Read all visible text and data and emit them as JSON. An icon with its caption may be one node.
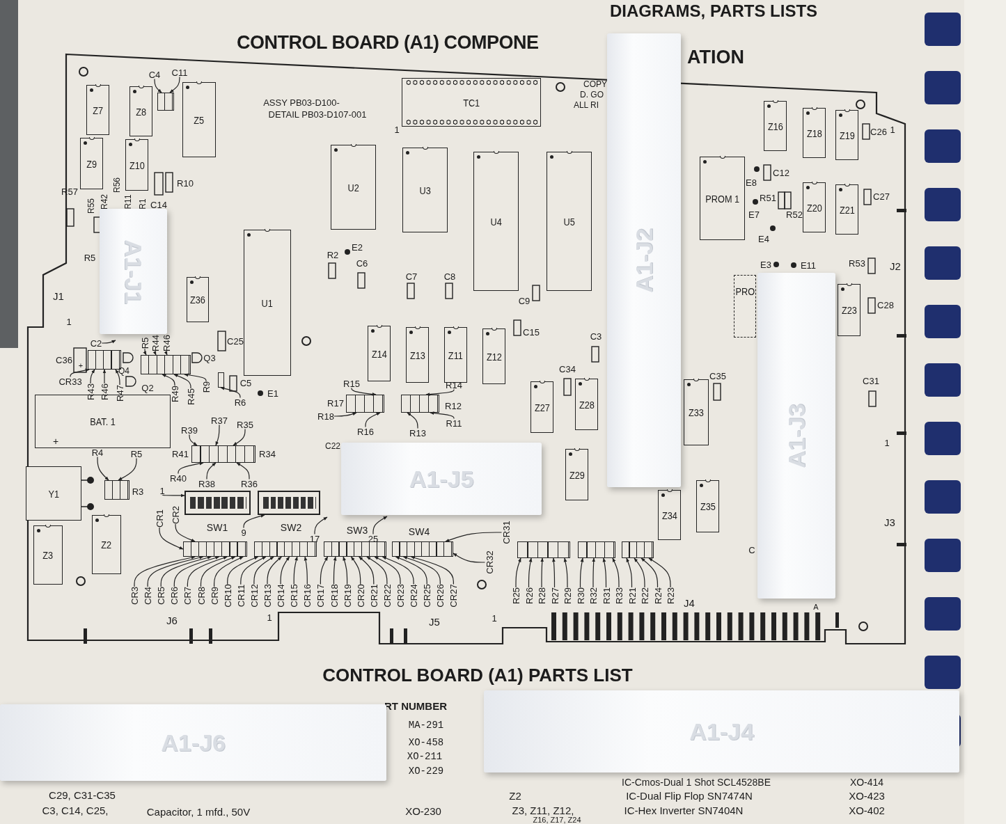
{
  "diagram": {
    "title": "CONTROL BOARD (A1) COMPONE",
    "nodes": [
      {
        "text": [
          "A1-J2"
        ]
      },
      {
        "text": [
          "A1-J1"
        ]
      },
      {
        "text": [
          "A1-J3"
        ]
      },
      {
        "text": [
          "A1-J5"
        ]
      },
      {
        "text": [
          "A1-J6"
        ]
      },
      {
        "text": [
          "A1-J4"
        ]
      },
      {
        "text": [
          "Z7"
        ]
      },
      {
        "text": [
          "Z8"
        ]
      },
      {
        "text": [
          "Z5"
        ]
      },
      {
        "text": [
          "Z9"
        ]
      },
      {
        "text": [
          "Z10"
        ]
      },
      {
        "text": [
          "TC1"
        ]
      },
      {
        "text": [
          "U2"
        ]
      },
      {
        "text": [
          "U3"
        ]
      },
      {
        "text": [
          "U4"
        ]
      },
      {
        "text": [
          "U5"
        ]
      },
      {
        "text": [
          "U1"
        ]
      },
      {
        "text": [
          "Z36"
        ]
      },
      {
        "text": [
          "Z14"
        ]
      },
      {
        "text": [
          "Z13"
        ]
      },
      {
        "text": [
          "Z11"
        ]
      },
      {
        "text": [
          "Z12"
        ]
      },
      {
        "text": [
          "Z27"
        ]
      },
      {
        "text": [
          "Z28"
        ]
      },
      {
        "text": [
          "Z29"
        ]
      },
      {
        "text": [
          "Z34"
        ]
      },
      {
        "text": [
          "Z35"
        ]
      },
      {
        "text": [
          "Z16"
        ]
      },
      {
        "text": [
          "Z18"
        ]
      },
      {
        "text": [
          "Z19"
        ]
      },
      {
        "text": [
          "PROM 1"
        ]
      },
      {
        "text": [
          "Z20"
        ]
      },
      {
        "text": [
          "Z21"
        ]
      },
      {
        "text": [
          "Z23"
        ]
      },
      {
        "text": [
          "BAT. 1"
        ]
      },
      {
        "text": [
          "Y1"
        ]
      },
      {
        "text": [
          "Z2"
        ]
      },
      {
        "text": [
          "Z3"
        ]
      },
      {
        "text": [
          "Z33"
        ]
      },
      {
        "text": [
          "PRO"
        ]
      },
      {
        "text": [
          "C4"
        ]
      },
      {
        "text": [
          "C11"
        ]
      },
      {
        "text": [
          "CR3"
        ]
      },
      {
        "text": [
          "CR4"
        ]
      },
      {
        "text": [
          "CR5"
        ]
      },
      {
        "text": [
          "CR6"
        ]
      },
      {
        "text": [
          "CR7"
        ]
      },
      {
        "text": [
          "CR8"
        ]
      },
      {
        "text": [
          "CR9"
        ]
      },
      {
        "text": [
          "CR10"
        ]
      },
      {
        "text": [
          "CR11"
        ]
      },
      {
        "text": [
          "CR12"
        ]
      },
      {
        "text": [
          "CR13"
        ]
      },
      {
        "text": [
          "CR14"
        ]
      },
      {
        "text": [
          "CR15"
        ]
      },
      {
        "text": [
          "CR16"
        ]
      },
      {
        "text": [
          "CR17"
        ]
      },
      {
        "text": [
          "CR18"
        ]
      },
      {
        "text": [
          "CR19"
        ]
      },
      {
        "text": [
          "CR20"
        ]
      },
      {
        "text": [
          "CR21"
        ]
      },
      {
        "text": [
          "CR22"
        ]
      },
      {
        "text": [
          "CR23"
        ]
      },
      {
        "text": [
          "CR24"
        ]
      },
      {
        "text": [
          "CR25"
        ]
      },
      {
        "text": [
          "CR26"
        ]
      },
      {
        "text": [
          "CR27"
        ]
      },
      {
        "text": [
          "CR1"
        ]
      },
      {
        "text": [
          "CR2"
        ]
      },
      {
        "text": [
          "CR32"
        ]
      },
      {
        "text": [
          "CR31"
        ]
      },
      {
        "text": [
          "R25"
        ]
      },
      {
        "text": [
          "R26"
        ]
      },
      {
        "text": [
          "R28"
        ]
      },
      {
        "text": [
          "R27"
        ]
      },
      {
        "text": [
          "R29"
        ]
      },
      {
        "text": [
          "R30"
        ]
      },
      {
        "text": [
          "R32"
        ]
      },
      {
        "text": [
          "R31"
        ]
      },
      {
        "text": [
          "R33"
        ]
      },
      {
        "text": [
          "R21"
        ]
      },
      {
        "text": [
          "R22"
        ]
      },
      {
        "text": [
          "R24"
        ]
      },
      {
        "text": [
          "R23"
        ]
      },
      {
        "text": [
          "R39"
        ]
      },
      {
        "text": [
          "R37"
        ]
      },
      {
        "text": [
          "R35"
        ]
      },
      {
        "text": [
          "R40"
        ]
      },
      {
        "text": [
          "R38"
        ]
      },
      {
        "text": [
          "R36"
        ]
      },
      {
        "text": [
          "R4"
        ]
      },
      {
        "text": [
          "R5"
        ]
      },
      {
        "text": [
          "1"
        ]
      },
      {
        "text": [
          "9"
        ]
      },
      {
        "text": [
          "17"
        ]
      },
      {
        "text": [
          "25"
        ]
      },
      {
        "text": [
          "R15"
        ]
      },
      {
        "text": [
          "R18"
        ]
      },
      {
        "text": [
          "R16"
        ]
      },
      {
        "text": [
          "R14"
        ]
      },
      {
        "text": [
          "R13"
        ]
      },
      {
        "text": [
          "R11"
        ]
      },
      {
        "text": [
          "R49"
        ]
      },
      {
        "text": [
          "R45"
        ]
      },
      {
        "text": [
          "R9"
        ]
      },
      {
        "text": [
          "R6"
        ]
      },
      {
        "text": [
          "CR33"
        ]
      },
      {
        "text": [
          "R43"
        ]
      },
      {
        "text": [
          "R46"
        ]
      },
      {
        "text": [
          "R47"
        ]
      },
      {
        "text": [
          "R5"
        ]
      },
      {
        "text": [
          "R44"
        ]
      },
      {
        "text": [
          "R46"
        ]
      },
      {
        "text": [
          "C2"
        ]
      },
      {
        "text": [],
        "shape": "box"
      },
      {
        "text": [],
        "shape": "box"
      },
      {
        "text": [],
        "shape": "box"
      },
      {
        "text": [],
        "shape": "box"
      },
      {
        "text": [],
        "shape": "box"
      },
      {
        "text": [],
        "shape": "box"
      },
      {
        "text": [],
        "shape": "box"
      },
      {
        "text": [],
        "shape": "box"
      },
      {
        "text": [],
        "shape": "box"
      },
      {
        "text": [],
        "shape": "box"
      },
      {
        "text": [],
        "shape": "box"
      },
      {
        "text": [],
        "shape": "box"
      },
      {
        "text": [],
        "shape": "box"
      },
      {
        "text": [],
        "shape": "box"
      },
      {
        "text": [],
        "shape": "box"
      },
      {
        "text": [],
        "shape": "box"
      },
      {
        "text": [],
        "shape": "box"
      }
    ],
    "edges": [
      {
        "from": 40,
        "to": 114,
        "arrow": "to"
      },
      {
        "from": 41,
        "to": 114,
        "arrow": "to"
      },
      {
        "from": 42,
        "to": 115,
        "arrow": "to"
      },
      {
        "from": 43,
        "to": 115,
        "arrow": "to"
      },
      {
        "from": 44,
        "to": 115,
        "arrow": "to"
      },
      {
        "from": 45,
        "to": 115,
        "arrow": "to"
      },
      {
        "from": 46,
        "to": 115,
        "arrow": "to"
      },
      {
        "from": 47,
        "to": 115,
        "arrow": "to"
      },
      {
        "from": 48,
        "to": 115,
        "arrow": "to"
      },
      {
        "from": 49,
        "to": 116,
        "arrow": "to"
      },
      {
        "from": 50,
        "to": 116,
        "arrow": "to"
      },
      {
        "from": 51,
        "to": 116,
        "arrow": "to"
      },
      {
        "from": 52,
        "to": 116,
        "arrow": "to"
      },
      {
        "from": 53,
        "to": 116,
        "arrow": "to"
      },
      {
        "from": 54,
        "to": 116,
        "arrow": "to"
      },
      {
        "from": 55,
        "to": 116,
        "arrow": "to"
      },
      {
        "from": 56,
        "to": 117,
        "arrow": "to"
      },
      {
        "from": 57,
        "to": 117,
        "arrow": "to"
      },
      {
        "from": 58,
        "to": 117,
        "arrow": "to"
      },
      {
        "from": 59,
        "to": 117,
        "arrow": "to"
      },
      {
        "from": 60,
        "to": 117,
        "arrow": "to"
      },
      {
        "from": 61,
        "to": 117,
        "arrow": "to"
      },
      {
        "from": 62,
        "to": 117,
        "arrow": "to"
      },
      {
        "from": 63,
        "to": 117,
        "arrow": "to"
      },
      {
        "from": 64,
        "to": 118,
        "arrow": "to"
      },
      {
        "from": 65,
        "to": 118,
        "arrow": "to"
      },
      {
        "from": 66,
        "to": 118,
        "arrow": "to"
      },
      {
        "from": 67,
        "to": 115,
        "arrow": "to"
      },
      {
        "from": 68,
        "to": 115,
        "arrow": "to"
      },
      {
        "from": 69,
        "to": 118,
        "arrow": "to"
      },
      {
        "from": 70,
        "to": 118,
        "arrow": "to"
      },
      {
        "from": 71,
        "to": 119,
        "arrow": "to"
      },
      {
        "from": 72,
        "to": 119,
        "arrow": "to"
      },
      {
        "from": 73,
        "to": 119,
        "arrow": "to"
      },
      {
        "from": 74,
        "to": 119,
        "arrow": "to"
      },
      {
        "from": 75,
        "to": 119,
        "arrow": "to"
      },
      {
        "from": 76,
        "to": 120,
        "arrow": "to"
      },
      {
        "from": 77,
        "to": 120,
        "arrow": "to"
      },
      {
        "from": 78,
        "to": 120,
        "arrow": "to"
      },
      {
        "from": 79,
        "to": 120,
        "arrow": "to"
      },
      {
        "from": 80,
        "to": 121,
        "arrow": "to"
      },
      {
        "from": 81,
        "to": 121,
        "arrow": "to"
      },
      {
        "from": 82,
        "to": 121,
        "arrow": "to"
      },
      {
        "from": 83,
        "to": 121,
        "arrow": "to"
      },
      {
        "from": 84,
        "to": 122,
        "arrow": "to"
      },
      {
        "from": 85,
        "to": 122,
        "arrow": "to"
      },
      {
        "from": 86,
        "to": 122,
        "arrow": "to"
      },
      {
        "from": 87,
        "to": 122,
        "arrow": "to"
      },
      {
        "from": 88,
        "to": 122,
        "arrow": "to"
      },
      {
        "from": 89,
        "to": 122,
        "arrow": "to"
      },
      {
        "from": 90,
        "to": 123,
        "arrow": "to"
      },
      {
        "from": 91,
        "to": 123,
        "arrow": "to"
      },
      {
        "from": 92,
        "to": 124,
        "arrow": "to"
      },
      {
        "from": 93,
        "to": 125,
        "arrow": "to"
      },
      {
        "from": 94,
        "to": null,
        "arrow": "to"
      },
      {
        "from": 95,
        "to": null,
        "arrow": "to"
      },
      {
        "from": 96,
        "to": 126,
        "arrow": "to"
      },
      {
        "from": 97,
        "to": 126,
        "arrow": "to"
      },
      {
        "from": 98,
        "to": 126,
        "arrow": "to"
      },
      {
        "from": 99,
        "to": 127,
        "arrow": "to"
      },
      {
        "from": 100,
        "to": 127,
        "arrow": "to"
      },
      {
        "from": 101,
        "to": 127,
        "arrow": "to"
      },
      {
        "from": 102,
        "to": 128,
        "arrow": "to"
      },
      {
        "from": 103,
        "to": 128,
        "arrow": "to"
      },
      {
        "from": 104,
        "to": 128,
        "arrow": "to"
      },
      {
        "from": 105,
        "to": 130,
        "arrow": "to"
      },
      {
        "from": 106,
        "to": 129,
        "arrow": "to"
      },
      {
        "from": 107,
        "to": 129,
        "arrow": "to"
      },
      {
        "from": 108,
        "to": 129,
        "arrow": "to"
      },
      {
        "from": 109,
        "to": 129,
        "arrow": "to"
      },
      {
        "from": 110,
        "to": 128,
        "arrow": "to"
      },
      {
        "from": 111,
        "to": 128,
        "arrow": "to"
      },
      {
        "from": 112,
        "to": 128,
        "arrow": "to"
      },
      {
        "from": 113,
        "to": null,
        "arrow": "to"
      }
    ],
    "labels": [
      "DIAGRAMS, PARTS LISTS",
      "ATION",
      "ASSY PB03-D100-",
      "DETAIL PB03-D107-001",
      "COPY",
      "D. GO",
      "ALL RI",
      "1",
      "R57",
      "R55",
      "R42",
      "R56",
      "R11",
      "R1",
      "C14",
      "R10",
      "R5",
      "J1",
      "1",
      "R2",
      "E2",
      "C6",
      "C7",
      "C8",
      "C9",
      "C15",
      "C3",
      "C34",
      "C35",
      "C31",
      "E1",
      "C25",
      "Q3",
      "Q4",
      "Q2",
      "C36",
      "+",
      "C5",
      "+",
      "R41",
      "R34",
      "R3",
      "R12",
      "R17",
      "SW1",
      "SW2",
      "SW3",
      "SW4",
      "J6",
      "1",
      "J5",
      "1",
      "J4",
      "A",
      "J3",
      "1",
      "E3",
      "E11",
      "R53",
      "J2",
      "C28",
      "C",
      "C12",
      "E8",
      "R51",
      "E7",
      "R52",
      "E4",
      "C26",
      "1",
      "C27",
      "C22",
      "CONTROL BOARD (A1) PARTS LIST",
      "RT NUMBER",
      "MA-291",
      "XO-458",
      "XO-211",
      "XO-229",
      "C29, C31-C35",
      "C3, C14, C25,",
      "Capacitor, 1 mfd., 50V",
      "XO-230",
      "IC-Cmos-Dual 1 Shot SCL4528BE",
      "XO-414",
      "Z2",
      "IC-Dual Flip Flop SN7474N",
      "XO-423",
      "Z3, Z11, Z12,",
      "IC-Hex Inverter SN7404N",
      "XO-402",
      "Z16, Z17, Z24"
    ]
  }
}
